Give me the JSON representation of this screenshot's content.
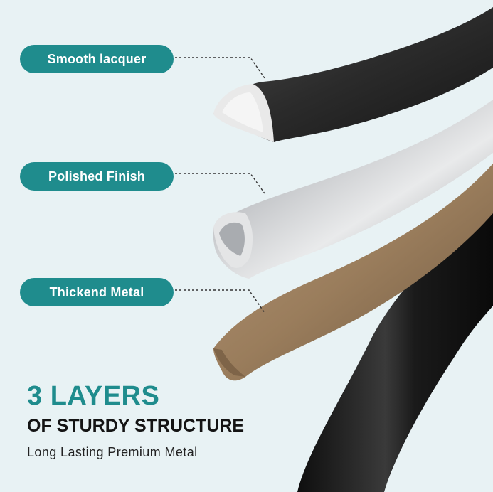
{
  "labels": {
    "layer_1": "Smooth lacquer",
    "layer_2": "Polished Finish",
    "layer_3": "Thickend Metal"
  },
  "headline": "3 LAYERS",
  "subheadline": "OF STURDY STRUCTURE",
  "tagline": "Long Lasting Premium Metal",
  "colors": {
    "accent": "#1f8c8d",
    "background": "#e8f2f4",
    "lacquer": "#2a2a2a",
    "polished": "#c9cbcd",
    "metal": "#9a7d5c"
  }
}
